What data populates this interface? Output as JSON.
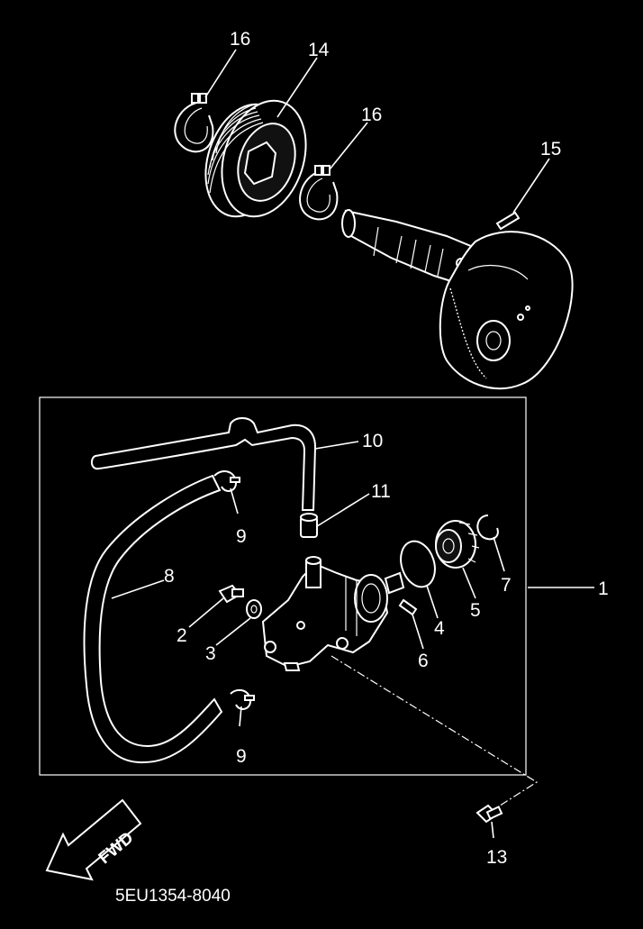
{
  "labels": {
    "p1": "1",
    "p2": "2",
    "p3": "3",
    "p4": "4",
    "p5": "5",
    "p6": "6",
    "p7": "7",
    "p8": "8",
    "p9a": "9",
    "p9b": "9",
    "p10": "10",
    "p11": "11",
    "p13": "13",
    "p14": "14",
    "p15": "15",
    "p16a": "16",
    "p16b": "16"
  },
  "fwd_text": "FWD",
  "diagram_code": "5EU1354-8040"
}
